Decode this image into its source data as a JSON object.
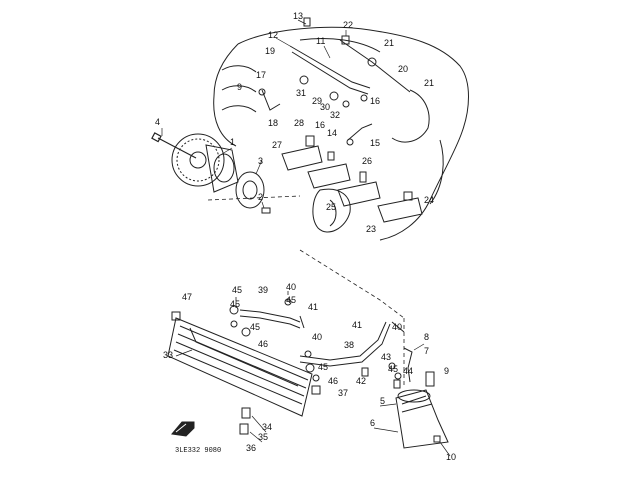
{
  "diagram": {
    "code": "3LE332 9080",
    "part_numbers": [
      "1",
      "2",
      "3",
      "4",
      "5",
      "6",
      "7",
      "8",
      "9",
      "10",
      "11",
      "12",
      "13",
      "14",
      "15",
      "16",
      "17",
      "18",
      "19",
      "20",
      "21",
      "22",
      "23",
      "24",
      "25",
      "26",
      "27",
      "28",
      "29",
      "30",
      "31",
      "32",
      "33",
      "34",
      "35",
      "36",
      "37",
      "38",
      "39",
      "40",
      "41",
      "42",
      "43",
      "44",
      "45",
      "46",
      "47"
    ],
    "extra_labels": [
      "16",
      "21",
      "45",
      "45",
      "40",
      "46",
      "45"
    ]
  }
}
